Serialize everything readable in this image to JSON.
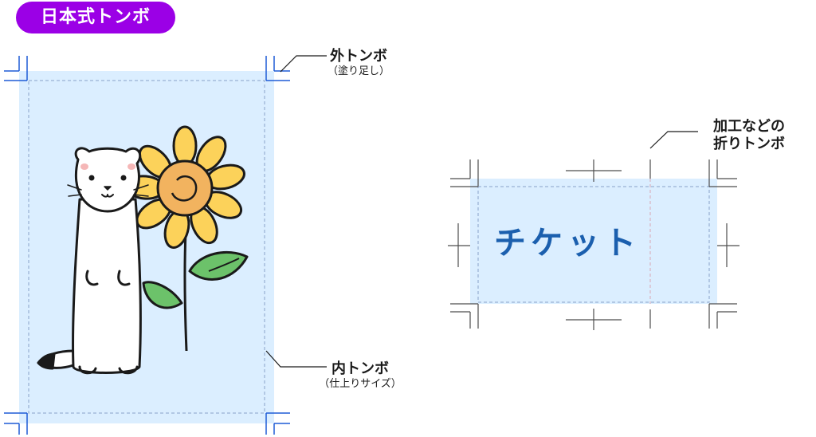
{
  "header": {
    "title": "日本式トンボ"
  },
  "labels": {
    "outer_trim": {
      "main": "外トンボ",
      "sub": "（塗り足し）"
    },
    "inner_trim": {
      "main": "内トンボ",
      "sub": "（仕上りサイズ）"
    },
    "fold_marks": {
      "line1": "加工などの",
      "line2": "折りトンボ"
    }
  },
  "ticket": {
    "text": "チケット"
  },
  "colors": {
    "accent": "#9b00e6",
    "bleed_fill": "#dbeeff",
    "crop_blue": "#1e5bd6",
    "ticket_text": "#1b5fae"
  }
}
